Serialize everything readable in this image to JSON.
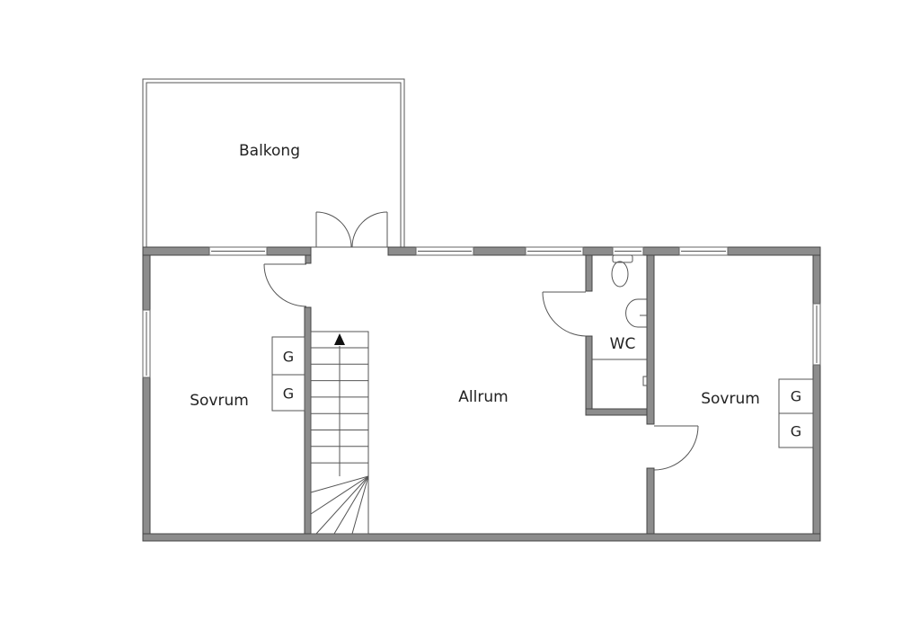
{
  "rooms": {
    "balcony": "Balkong",
    "bedroom_left": "Sovrum",
    "living": "Allrum",
    "wc": "WC",
    "bedroom_right": "Sovrum"
  },
  "wardrobes": {
    "left": [
      "G",
      "G"
    ],
    "right": [
      "G",
      "G"
    ]
  },
  "colors": {
    "wall": "#8c8c8c",
    "line": "#555555"
  }
}
